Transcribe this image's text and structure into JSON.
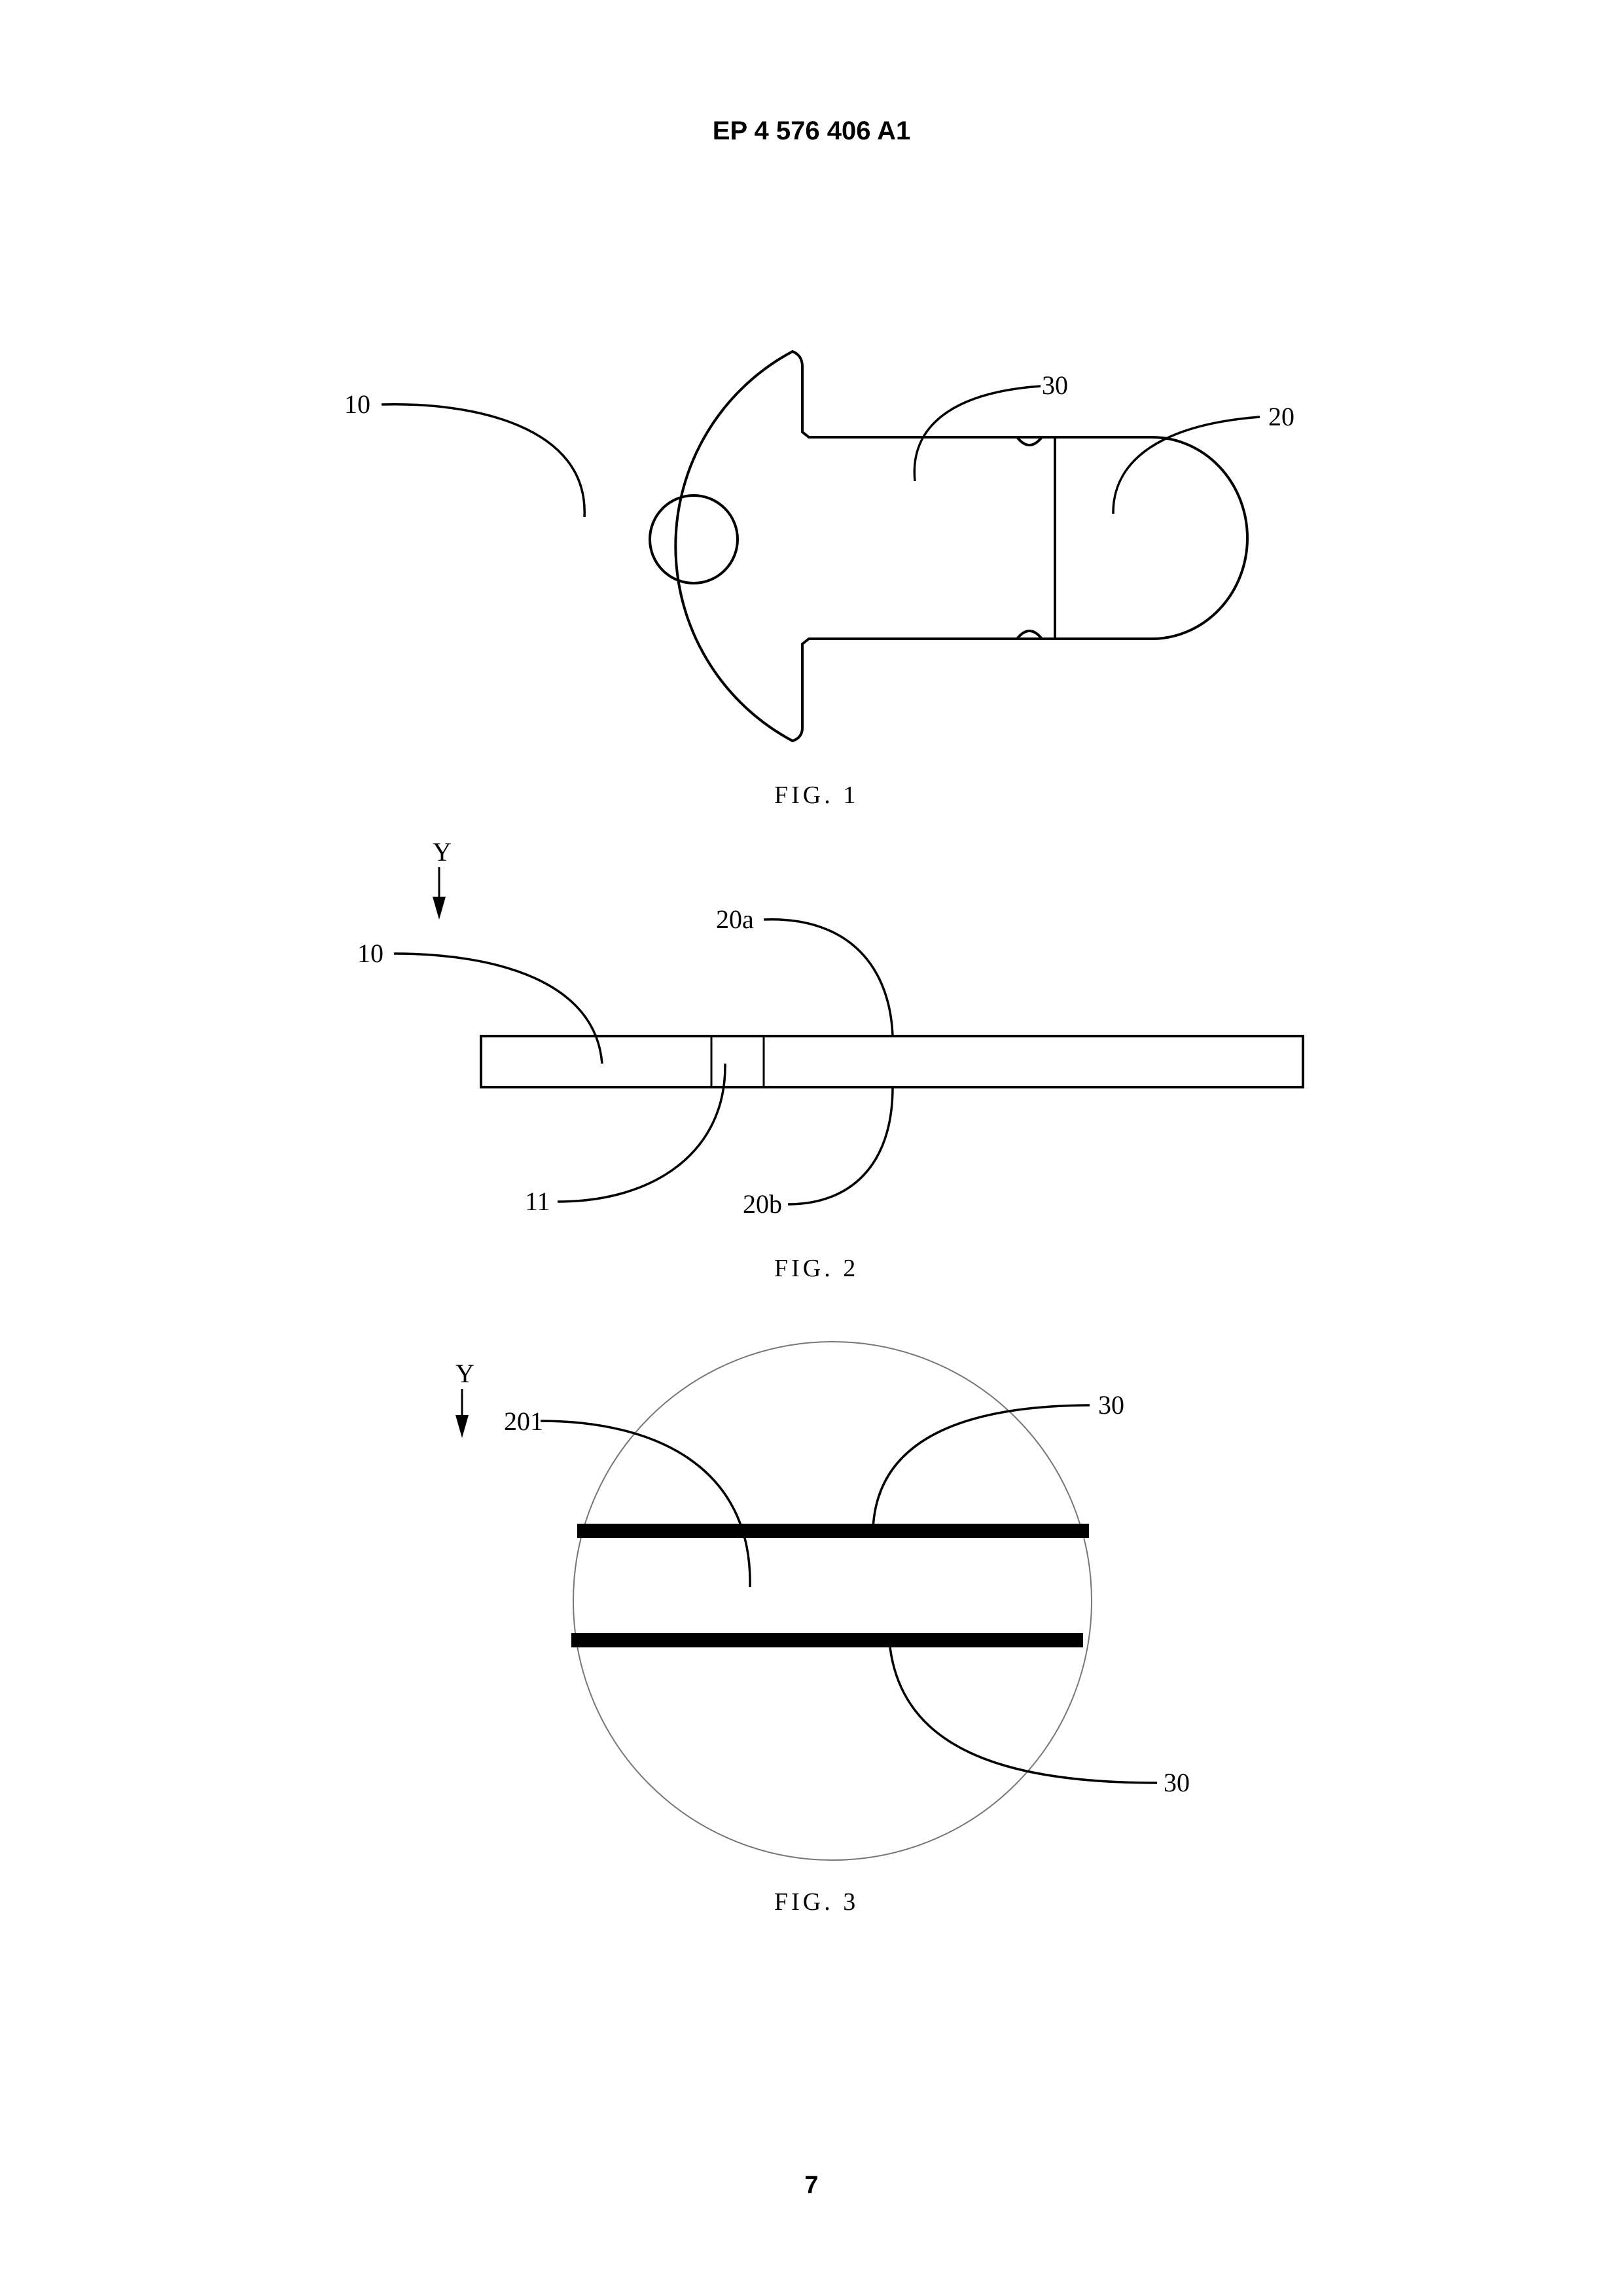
{
  "header": {
    "publication_number": "EP 4 576 406 A1"
  },
  "page_number": "7",
  "figures": [
    {
      "caption": "FIG. 1",
      "labels": {
        "part_10": "10",
        "part_30": "30",
        "part_20": "20"
      }
    },
    {
      "caption": "FIG. 2",
      "direction": "Y",
      "labels": {
        "part_10": "10",
        "part_20a": "20a",
        "part_11": "11",
        "part_20b": "20b"
      }
    },
    {
      "caption": "FIG. 3",
      "direction": "Y",
      "labels": {
        "part_201": "201",
        "part_30_top": "30",
        "part_30_bottom": "30"
      }
    }
  ]
}
